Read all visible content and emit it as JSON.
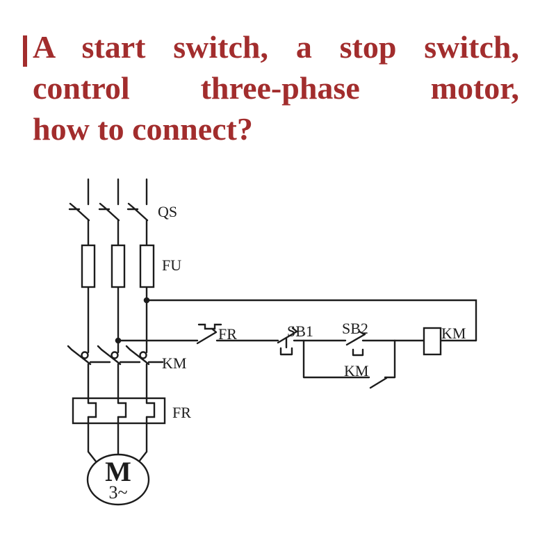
{
  "title": {
    "accent_color": "#A22D2D",
    "line1": "A start switch, a stop switch,",
    "line2": "control three-phase motor,",
    "line3": "how to connect?"
  },
  "diagram": {
    "line_color": "#1c1c1c",
    "labels": {
      "disconnect_switch": "QS",
      "fuses": "FU",
      "contactor_main_contacts": "KM",
      "overload_relay_heaters": "FR",
      "overload_relay_contact": "FR",
      "stop_button": "SB1",
      "start_button": "SB2",
      "contactor_aux_contact": "KM",
      "contactor_coil": "KM",
      "motor_letter": "M",
      "motor_phase_mark": "3~"
    }
  }
}
